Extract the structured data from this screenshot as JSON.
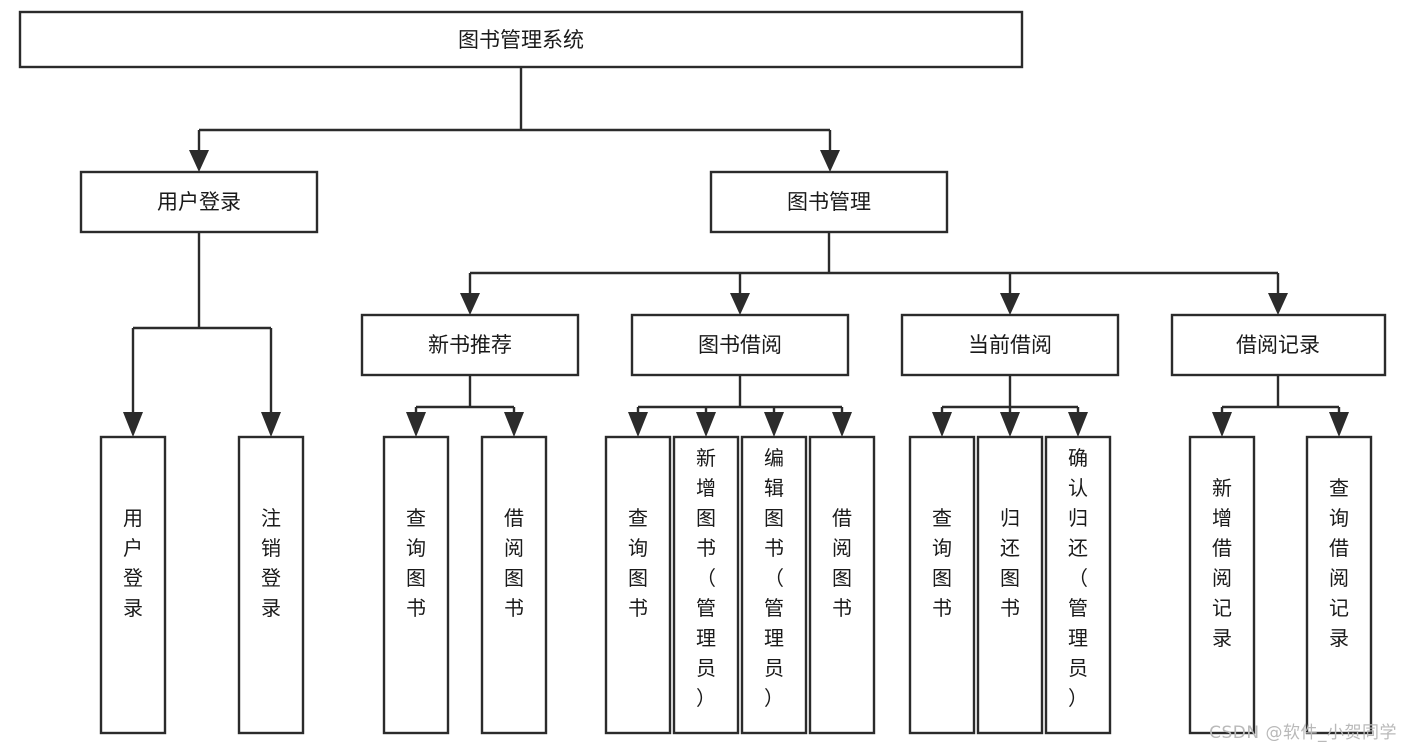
{
  "diagram": {
    "title": "图书管理系统",
    "type": "tree",
    "orientation": "top-down",
    "colors": {
      "box_fill": "#ffffff",
      "box_stroke": "#2b2b2b",
      "text": "#1a1a1a",
      "background": "#ffffff",
      "watermark": "#b9b9b9"
    },
    "root": {
      "id": "root",
      "label": "图书管理系统"
    },
    "level1": [
      {
        "id": "user-login",
        "label": "用户登录"
      },
      {
        "id": "book-manage",
        "label": "图书管理"
      }
    ],
    "level2": [
      {
        "id": "new-book-recommend",
        "label": "新书推荐",
        "parent": "book-manage"
      },
      {
        "id": "book-borrow",
        "label": "图书借阅",
        "parent": "book-manage"
      },
      {
        "id": "current-borrow",
        "label": "当前借阅",
        "parent": "book-manage"
      },
      {
        "id": "borrow-record",
        "label": "借阅记录",
        "parent": "book-manage"
      }
    ],
    "leaves": [
      {
        "id": "leaf-user-login",
        "label": "用户登录",
        "parent": "user-login"
      },
      {
        "id": "leaf-logout-login",
        "label": "注销登录",
        "parent": "user-login"
      },
      {
        "id": "leaf-query-book-1",
        "label": "查询图书",
        "parent": "new-book-recommend"
      },
      {
        "id": "leaf-borrow-book-1",
        "label": "借阅图书",
        "parent": "new-book-recommend"
      },
      {
        "id": "leaf-query-book-2",
        "label": "查询图书",
        "parent": "book-borrow"
      },
      {
        "id": "leaf-add-book",
        "label": "新增图书（管理员）",
        "parent": "book-borrow"
      },
      {
        "id": "leaf-edit-book",
        "label": "编辑图书（管理员）",
        "parent": "book-borrow"
      },
      {
        "id": "leaf-borrow-book-2",
        "label": "借阅图书",
        "parent": "book-borrow"
      },
      {
        "id": "leaf-query-book-3",
        "label": "查询图书",
        "parent": "current-borrow"
      },
      {
        "id": "leaf-return-book",
        "label": "归还图书",
        "parent": "current-borrow"
      },
      {
        "id": "leaf-confirm-return",
        "label": "确认归还（管理员）",
        "parent": "current-borrow"
      },
      {
        "id": "leaf-add-record",
        "label": "新增借阅记录",
        "parent": "borrow-record"
      },
      {
        "id": "leaf-query-record",
        "label": "查询借阅记录",
        "parent": "borrow-record"
      }
    ]
  },
  "watermark": {
    "text": "CSDN @软件_小贺同学"
  }
}
